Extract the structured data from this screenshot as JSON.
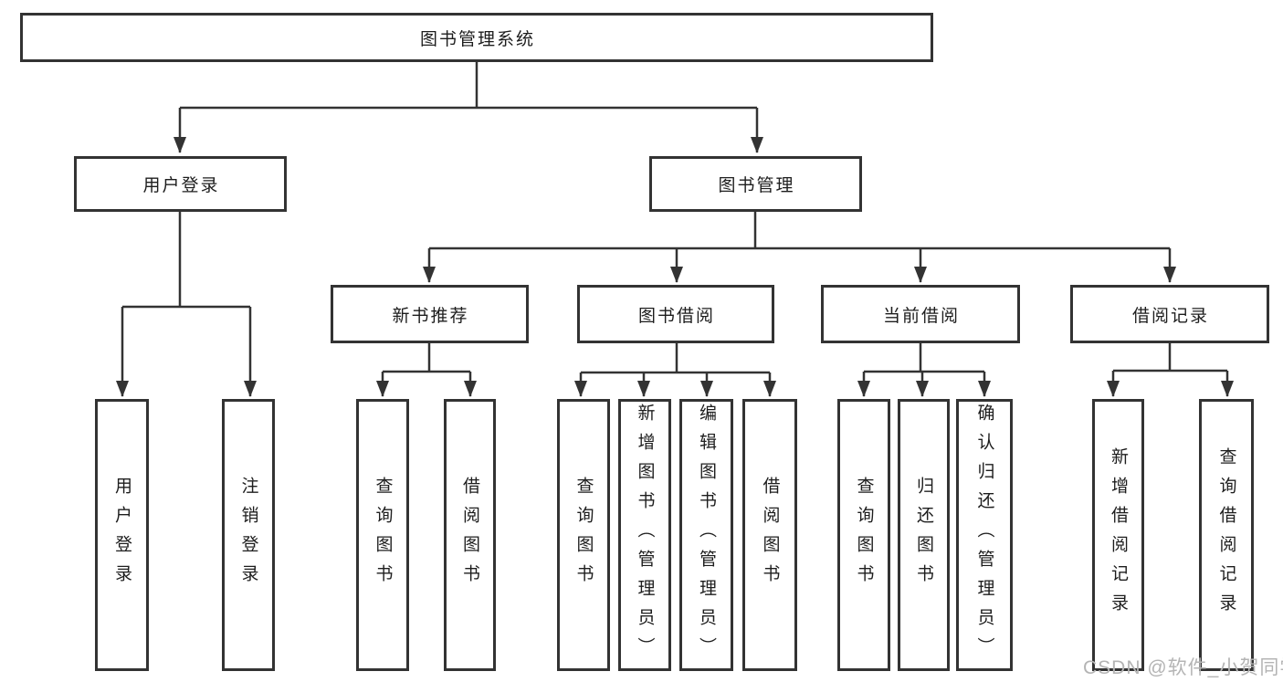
{
  "tree": {
    "root": {
      "label": "图书管理系统"
    },
    "branches": [
      {
        "label": "用户登录",
        "children": [
          {
            "label": "用户登录"
          },
          {
            "label": "注销登录"
          }
        ]
      },
      {
        "label": "图书管理",
        "children": [
          {
            "label": "新书推荐",
            "children": [
              {
                "label": "查询图书"
              },
              {
                "label": "借阅图书"
              }
            ]
          },
          {
            "label": "图书借阅",
            "children": [
              {
                "label": "查询图书"
              },
              {
                "label": "新增图书（管理员）"
              },
              {
                "label": "编辑图书（管理员）"
              },
              {
                "label": "借阅图书"
              }
            ]
          },
          {
            "label": "当前借阅",
            "children": [
              {
                "label": "查询图书"
              },
              {
                "label": "归还图书"
              },
              {
                "label": "确认归还（管理员）"
              }
            ]
          },
          {
            "label": "借阅记录",
            "children": [
              {
                "label": "新增借阅记录"
              },
              {
                "label": "查询借阅记录"
              }
            ]
          }
        ]
      }
    ]
  },
  "watermark": {
    "text": "CSDN @软件_小贺同学"
  },
  "colors": {
    "line": "#333333",
    "box_border": "#333333",
    "text": "#1d1d1d",
    "background": "#ffffff",
    "watermark": "#b4b4b4"
  }
}
